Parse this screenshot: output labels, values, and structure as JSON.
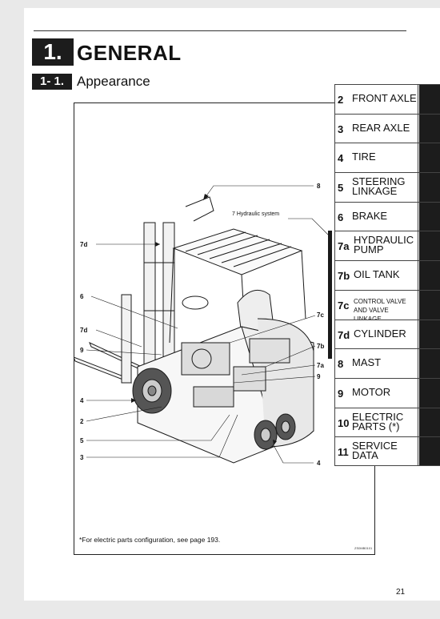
{
  "chapter": {
    "number": "1.",
    "title": "GENERAL"
  },
  "section": {
    "number": "1- 1.",
    "title": "Appearance"
  },
  "tabs": [
    {
      "num": "2",
      "label": "FRONT AXLE"
    },
    {
      "num": "3",
      "label": "REAR AXLE"
    },
    {
      "num": "4",
      "label": "TIRE"
    },
    {
      "num": "5",
      "label": "STEERING LINKAGE"
    },
    {
      "num": "6",
      "label": "BRAKE"
    },
    {
      "num": "7a",
      "label": "HYDRAULIC PUMP"
    },
    {
      "num": "7b",
      "label": "OIL TANK"
    },
    {
      "num": "7c",
      "label": "CONTROL VALVE AND VALVE LINKAGE"
    },
    {
      "num": "7d",
      "label": "CYLINDER"
    },
    {
      "num": "8",
      "label": "MAST"
    },
    {
      "num": "9",
      "label": "MOTOR"
    },
    {
      "num": "10",
      "label": "ELECTRIC PARTS (*)"
    },
    {
      "num": "11",
      "label": "SERVICE DATA"
    }
  ],
  "figure": {
    "callouts": {
      "c8": "8",
      "c7_hydraulic": "7 Hydraulic system",
      "c7d_top": "7d",
      "c6": "6",
      "c7c": "7c",
      "c7d_mid": "7d",
      "c9_left": "9",
      "c7b": "7b",
      "c7a": "7a",
      "c9_right": "9",
      "c4_left": "4",
      "c2": "2",
      "c5": "5",
      "c3": "3",
      "c4_bottom": "4"
    },
    "note": "*For electric parts configuration, see page 193.",
    "code": "ZS0MB0101"
  },
  "page_number": "21"
}
